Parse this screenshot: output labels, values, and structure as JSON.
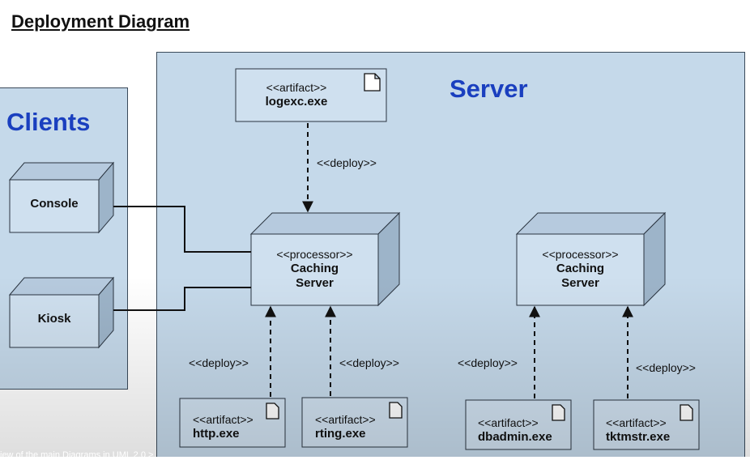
{
  "title": "Deployment Diagram",
  "clients": {
    "label": "Clients",
    "nodes": [
      {
        "id": "console",
        "label": "Console"
      },
      {
        "id": "kiosk",
        "label": "Kiosk"
      }
    ]
  },
  "server": {
    "label": "Server",
    "processors": [
      {
        "id": "proc1",
        "stereotype": "<<processor>>",
        "name_line1": "Caching",
        "name_line2": "Server"
      },
      {
        "id": "proc2",
        "stereotype": "<<processor>>",
        "name_line1": "Caching",
        "name_line2": "Server"
      }
    ],
    "artifacts": [
      {
        "id": "logexc",
        "stereotype": "<<artifact>>",
        "name": "logexc.exe"
      },
      {
        "id": "http",
        "stereotype": "<<artifact>>",
        "name": "http.exe"
      },
      {
        "id": "rting",
        "stereotype": "<<artifact>>",
        "name": "rting.exe"
      },
      {
        "id": "dbadmin",
        "stereotype": "<<artifact>>",
        "name": "dbadmin.exe"
      },
      {
        "id": "tktmstr",
        "stereotype": "<<artifact>>",
        "name": "tktmstr.exe"
      }
    ],
    "deploy_labels": [
      "<<deploy>>",
      "<<deploy>>",
      "<<deploy>>",
      "<<deploy>>",
      "<<deploy>>"
    ]
  },
  "footer": "iew of the main Diagrams in UML 2.0 >",
  "colors": {
    "container_fill": "#c5d9ea",
    "node_front": "#cfe0ef",
    "node_side": "#9db4c9",
    "node_top": "#b6cade",
    "heading_blue": "#1a3fbf",
    "stroke": "#2a3440"
  }
}
